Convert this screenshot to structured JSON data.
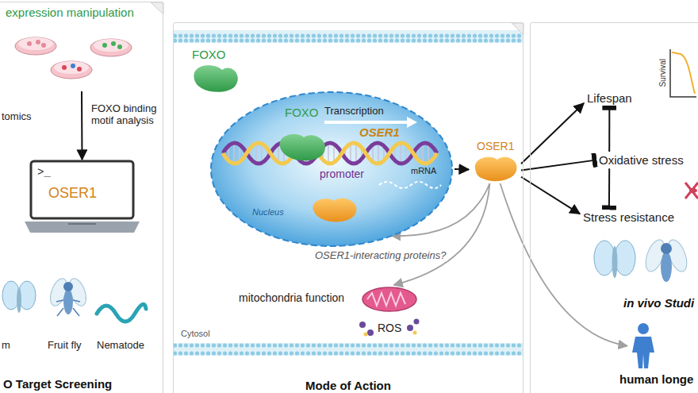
{
  "diagram": {
    "nodes": [
      {
        "text": [
          "O Target Screening"
        ]
      },
      {
        "text": [
          "expression manipulation"
        ],
        "in": 0
      },
      {
        "text": [
          ">_",
          "OSER1"
        ],
        "in": 0
      },
      {
        "text": [
          "Mode of Action"
        ]
      },
      {
        "text": [
          "FOXO",
          "Transcription",
          "OSER1",
          "promoter",
          "mRNA",
          "Nucleus"
        ],
        "in": 3
      },
      {
        "text": [
          "OSER1"
        ],
        "in": 3
      },
      {
        "text": [
          "mitochondria function",
          "ROS"
        ],
        "in": 3
      },
      {
        "text": [
          "in vivo Studi"
        ]
      },
      {
        "text": [
          "Lifespan"
        ],
        "in": 7
      },
      {
        "text": [
          "Oxidative stress"
        ],
        "in": 7
      },
      {
        "text": [
          "Stress resistance"
        ],
        "in": 7
      },
      {
        "text": [
          "human longe"
        ],
        "in": 7
      }
    ],
    "edges": [
      {
        "from": 1,
        "to": 2,
        "arrow": "to"
      },
      {
        "from": 4,
        "to": 5,
        "arrow": "to"
      },
      {
        "from": 5,
        "to": 4,
        "arrow": "to"
      },
      {
        "from": 5,
        "to": 6,
        "label": "OSER1-interacting proteins?",
        "arrow": "to"
      },
      {
        "from": 5,
        "to": 8,
        "arrow": "to"
      },
      {
        "from": 5,
        "to": 9,
        "arrow": "to"
      },
      {
        "from": 5,
        "to": 10,
        "arrow": "to"
      },
      {
        "from": 9,
        "to": 8,
        "arrow": "to"
      },
      {
        "from": 9,
        "to": 10,
        "arrow": "to"
      },
      {
        "from": 5,
        "to": 11,
        "arrow": "to"
      }
    ],
    "labels": [
      "tomics",
      "FOXO binding motif analysis",
      "Fruit fly",
      "Nematode",
      "m",
      "FOXO",
      "Cytosol",
      "Survival"
    ]
  }
}
